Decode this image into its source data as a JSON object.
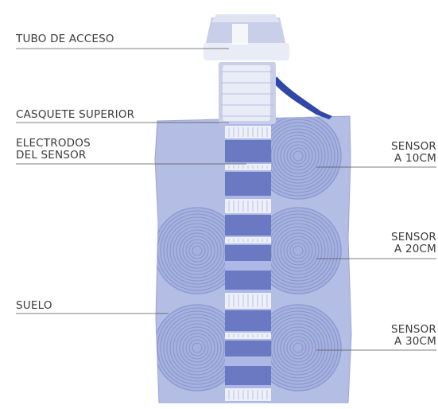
{
  "labels": {
    "access_tube": "TUBO DE ACCESO",
    "top_cap": "CASQUETE SUPERIOR",
    "electrodes_line1": "ELECTRODOS",
    "electrodes_line2": "DEL SENSOR",
    "soil": "SUELO",
    "sensor1_line1": "SENSOR",
    "sensor1_line2": "A 10CM",
    "sensor2_line1": "SENSOR",
    "sensor2_line2": "A 20CM",
    "sensor3_line1": "SENSOR",
    "sensor3_line2": "A 30CM"
  },
  "colors": {
    "soil": "#b4bde4",
    "soil_dark": "#9aa5d6",
    "ring": "#7f8cc8",
    "electrode": "#6b78c2",
    "electrode_light": "#aeb8e6",
    "cap": "#e9ecf7",
    "cap_shade": "#c9cfe8",
    "cable": "#2f47a8",
    "leader": "#555555"
  }
}
